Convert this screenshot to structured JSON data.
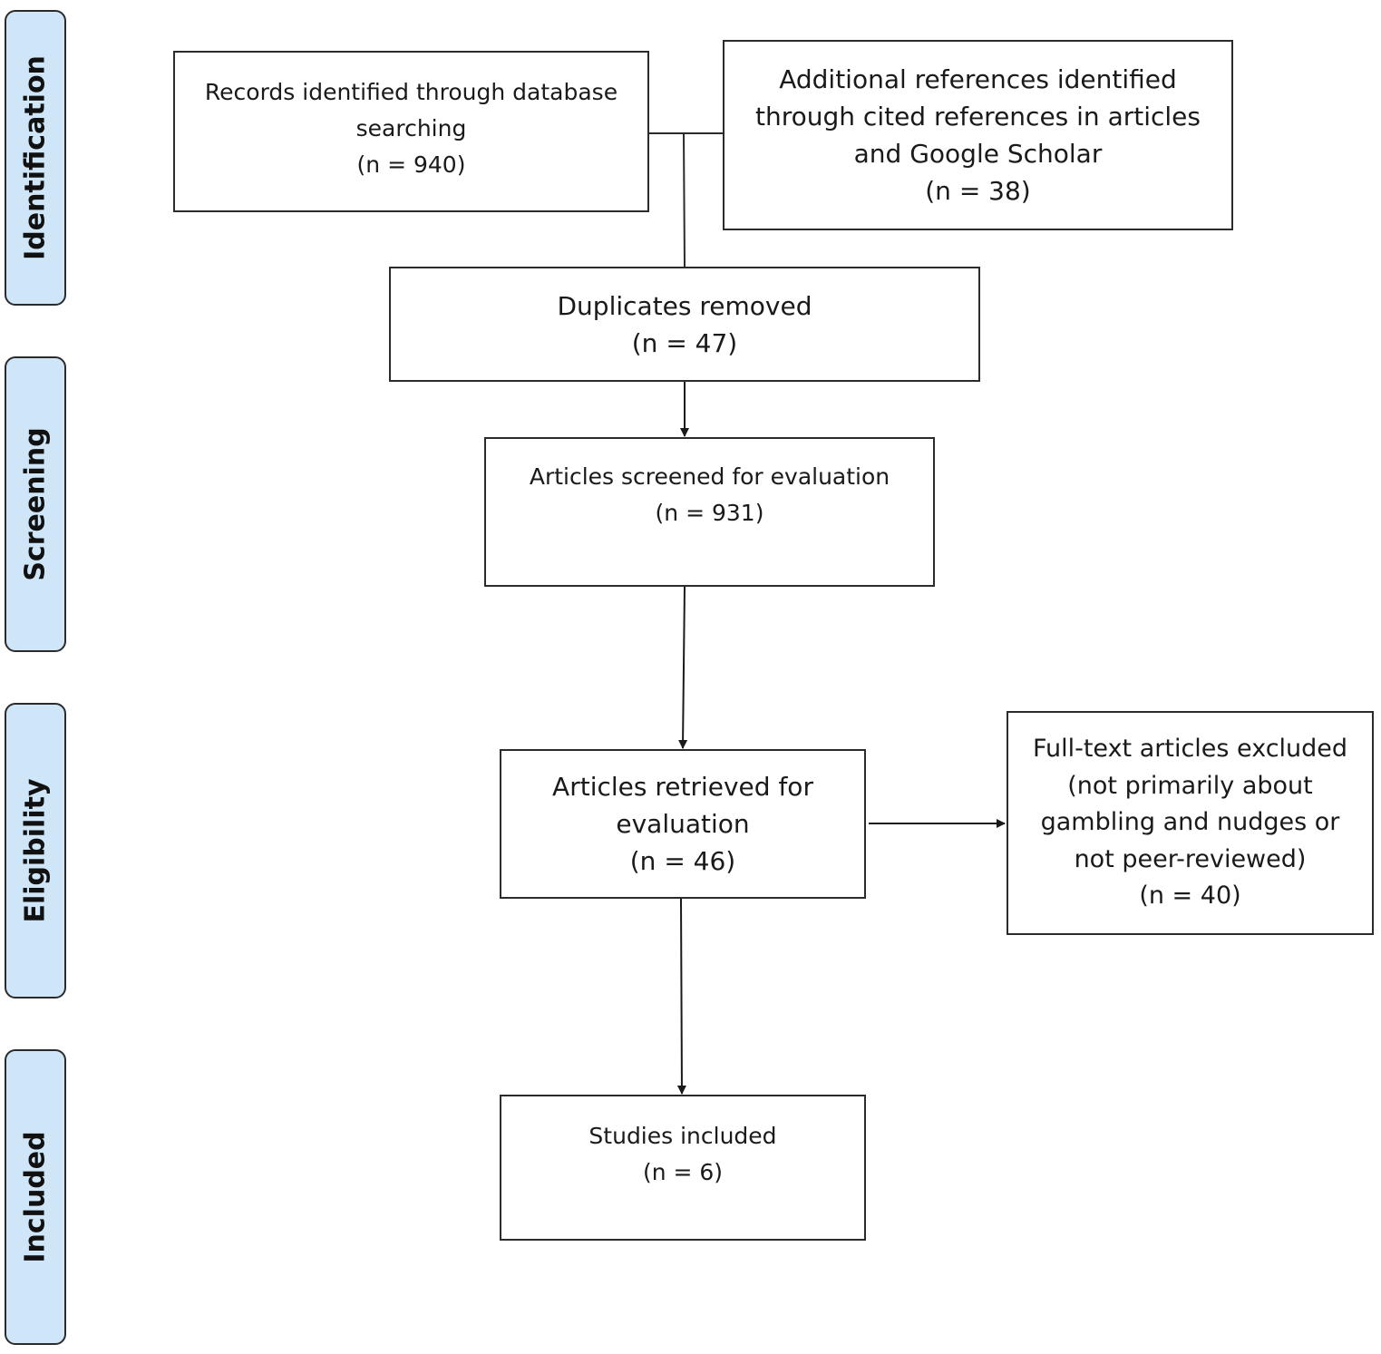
{
  "stages": [
    {
      "label": "Identification"
    },
    {
      "label": "Screening"
    },
    {
      "label": "Eligibility"
    },
    {
      "label": "Included"
    }
  ],
  "boxes": {
    "records": {
      "lines": [
        "Records identified through database",
        "searching",
        "(n = 940)"
      ]
    },
    "additional": {
      "lines": [
        "Additional references identified",
        "through cited references in articles",
        "and Google Scholar",
        "(n = 38)"
      ]
    },
    "duplicates": {
      "lines": [
        "Duplicates removed",
        "(n = 47)"
      ]
    },
    "screened": {
      "lines": [
        "Articles screened for evaluation",
        "(n = 931)"
      ]
    },
    "retrieved": {
      "lines": [
        "Articles retrieved for",
        "evaluation",
        "(n = 46)"
      ]
    },
    "excluded": {
      "lines": [
        "Full-text articles excluded",
        "(not primarily about",
        "gambling and nudges or",
        "not peer-reviewed)",
        "(n = 40)"
      ]
    },
    "included": {
      "lines": [
        "Studies included",
        "(n = 6)"
      ]
    }
  },
  "colors": {
    "stage_fill": "#cfe6f8",
    "line": "#2b2b2b"
  }
}
